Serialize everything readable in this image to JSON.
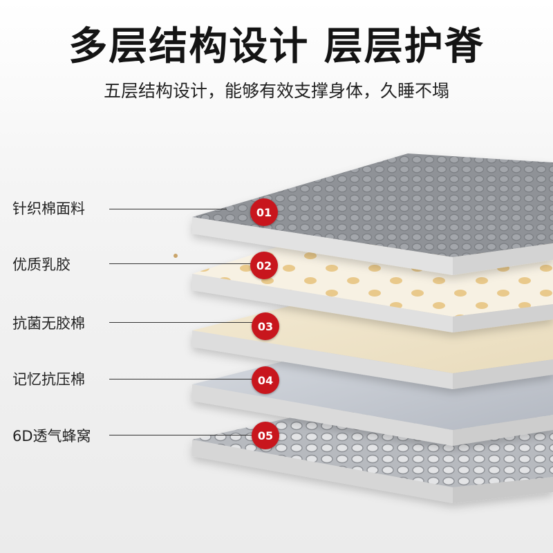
{
  "title": "多层结构设计 层层护脊",
  "subtitle": "五层结构设计，能够有效支撑身体，久睡不塌",
  "layers": [
    {
      "number": "01",
      "label": "针织棉面料",
      "color": "#8a8d92"
    },
    {
      "number": "02",
      "label": "优质乳胶",
      "color": "#f6efe0"
    },
    {
      "number": "03",
      "label": "抗菌无胶棉",
      "color": "#f0e6cf"
    },
    {
      "number": "04",
      "label": "记忆抗压棉",
      "color": "#c8ccd3"
    },
    {
      "number": "05",
      "label": "6D透气蜂窝",
      "color": "#a9acb1"
    }
  ],
  "colors": {
    "badge": "#c8161d",
    "edge": "#dcdcdc"
  }
}
